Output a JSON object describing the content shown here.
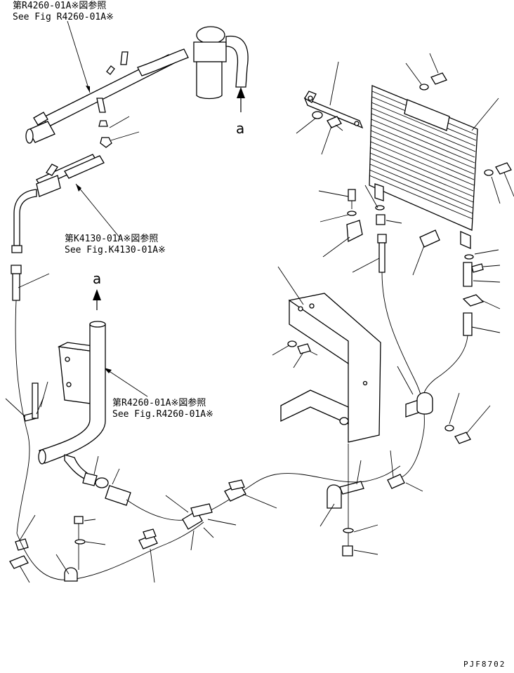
{
  "references": [
    {
      "id": "ref-r4260-top",
      "jp": "第R4260-01A※図参照",
      "en": "See Fig R4260-01A※"
    },
    {
      "id": "ref-k4130",
      "jp": "第K4130-01A※図参照",
      "en": "See Fig.K4130-01A※"
    },
    {
      "id": "ref-r4260-mid",
      "jp": "第R4260-01A※図参照",
      "en": "See Fig.R4260-01A※"
    }
  ],
  "connection_marks": {
    "top": "a",
    "middle": "a"
  },
  "drawing_code": "PJF8702"
}
